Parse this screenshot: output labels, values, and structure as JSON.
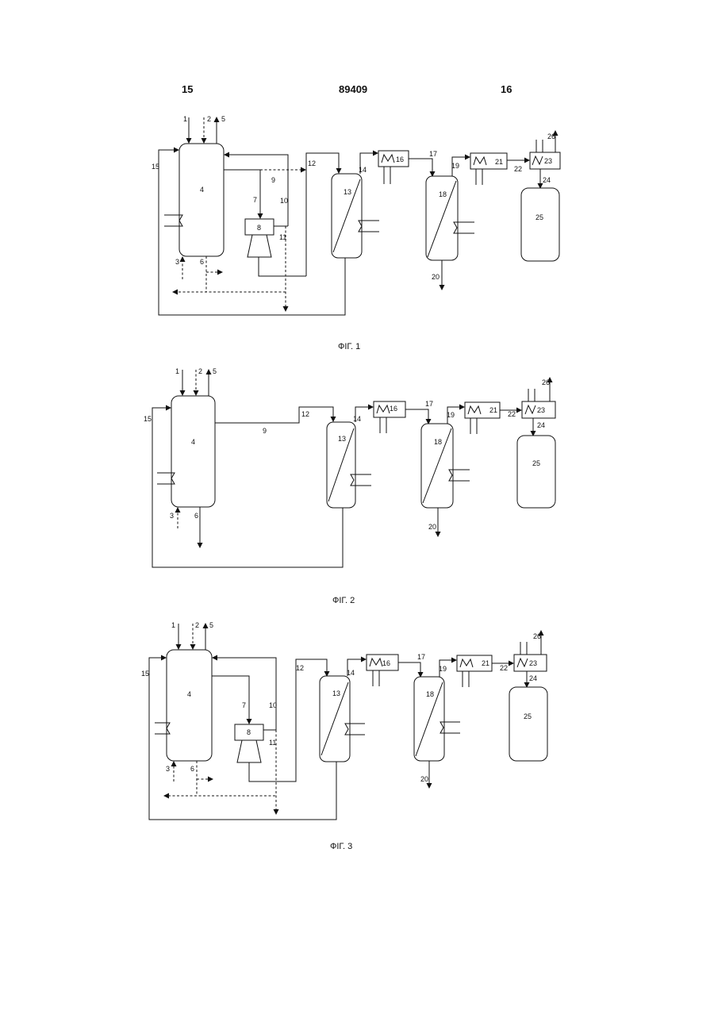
{
  "header": {
    "page_left": "15",
    "doc_number": "89409",
    "page_right": "16"
  },
  "figures": [
    {
      "caption": "ФІГ. 1",
      "labels": {
        "l1": "1",
        "l2": "2",
        "l3": "3",
        "l4": "4",
        "l5": "5",
        "l6": "6",
        "l7": "7",
        "l8": "8",
        "l9": "9",
        "l10": "10",
        "l11": "11",
        "l12": "12",
        "l13": "13",
        "l14": "14",
        "l15": "15",
        "l16": "16",
        "l17": "17",
        "l18": "18",
        "l19": "19",
        "l20": "20",
        "l21": "21",
        "l22": "22",
        "l23": "23",
        "l24": "24",
        "l25": "25",
        "l26": "26"
      }
    },
    {
      "caption": "ФІГ. 2",
      "labels": {
        "l1": "1",
        "l2": "2",
        "l3": "3",
        "l4": "4",
        "l5": "5",
        "l6": "6",
        "l9": "9",
        "l12": "12",
        "l13": "13",
        "l14": "14",
        "l15": "15",
        "l16": "16",
        "l17": "17",
        "l18": "18",
        "l19": "19",
        "l20": "20",
        "l21": "21",
        "l22": "22",
        "l23": "23",
        "l24": "24",
        "l25": "25",
        "l26": "26"
      }
    },
    {
      "caption": "ФІГ. 3",
      "labels": {
        "l1": "1",
        "l2": "2",
        "l3": "3",
        "l4": "4",
        "l5": "5",
        "l6": "6",
        "l7": "7",
        "l8": "8",
        "l10": "10",
        "l11": "11",
        "l12": "12",
        "l13": "13",
        "l14": "14",
        "l15": "15",
        "l16": "16",
        "l17": "17",
        "l18": "18",
        "l19": "19",
        "l20": "20",
        "l21": "21",
        "l22": "22",
        "l23": "23",
        "l24": "24",
        "l25": "25",
        "l26": "26"
      }
    }
  ]
}
